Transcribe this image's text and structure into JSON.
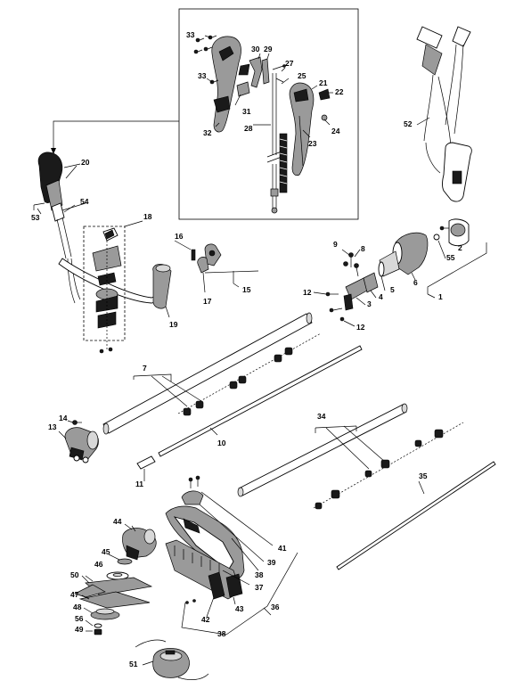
{
  "labels": {
    "l1": "1",
    "l2": "2",
    "l3": "3",
    "l4": "4",
    "l5": "5",
    "l6": "6",
    "l7": "7",
    "l8": "8",
    "l9": "9",
    "l10": "10",
    "l11": "11",
    "l12a": "12",
    "l12b": "12",
    "l13": "13",
    "l14": "14",
    "l15": "15",
    "l16": "16",
    "l17": "17",
    "l18": "18",
    "l19": "19",
    "l20": "20",
    "l21": "21",
    "l22": "22",
    "l23": "23",
    "l24": "24",
    "l25": "25",
    "l27": "27",
    "l28": "28",
    "l29": "29",
    "l30": "30",
    "l31": "31",
    "l32": "32",
    "l33a": "33",
    "l33b": "33",
    "l34": "34",
    "l35": "35",
    "l36": "36",
    "l37": "37",
    "l38a": "38",
    "l38b": "38",
    "l39": "39",
    "l41": "41",
    "l42": "42",
    "l43": "43",
    "l44": "44",
    "l45": "45",
    "l46": "46",
    "l47": "47",
    "l48": "48",
    "l49": "49",
    "l50": "50",
    "l51": "51",
    "l52": "52",
    "l53": "53",
    "l54": "54",
    "l55": "55",
    "l56": "56"
  },
  "colors": {
    "line": "#000000",
    "dark_part": "#1a1a1a",
    "grey_part": "#9a9a9a",
    "background": "#ffffff"
  }
}
